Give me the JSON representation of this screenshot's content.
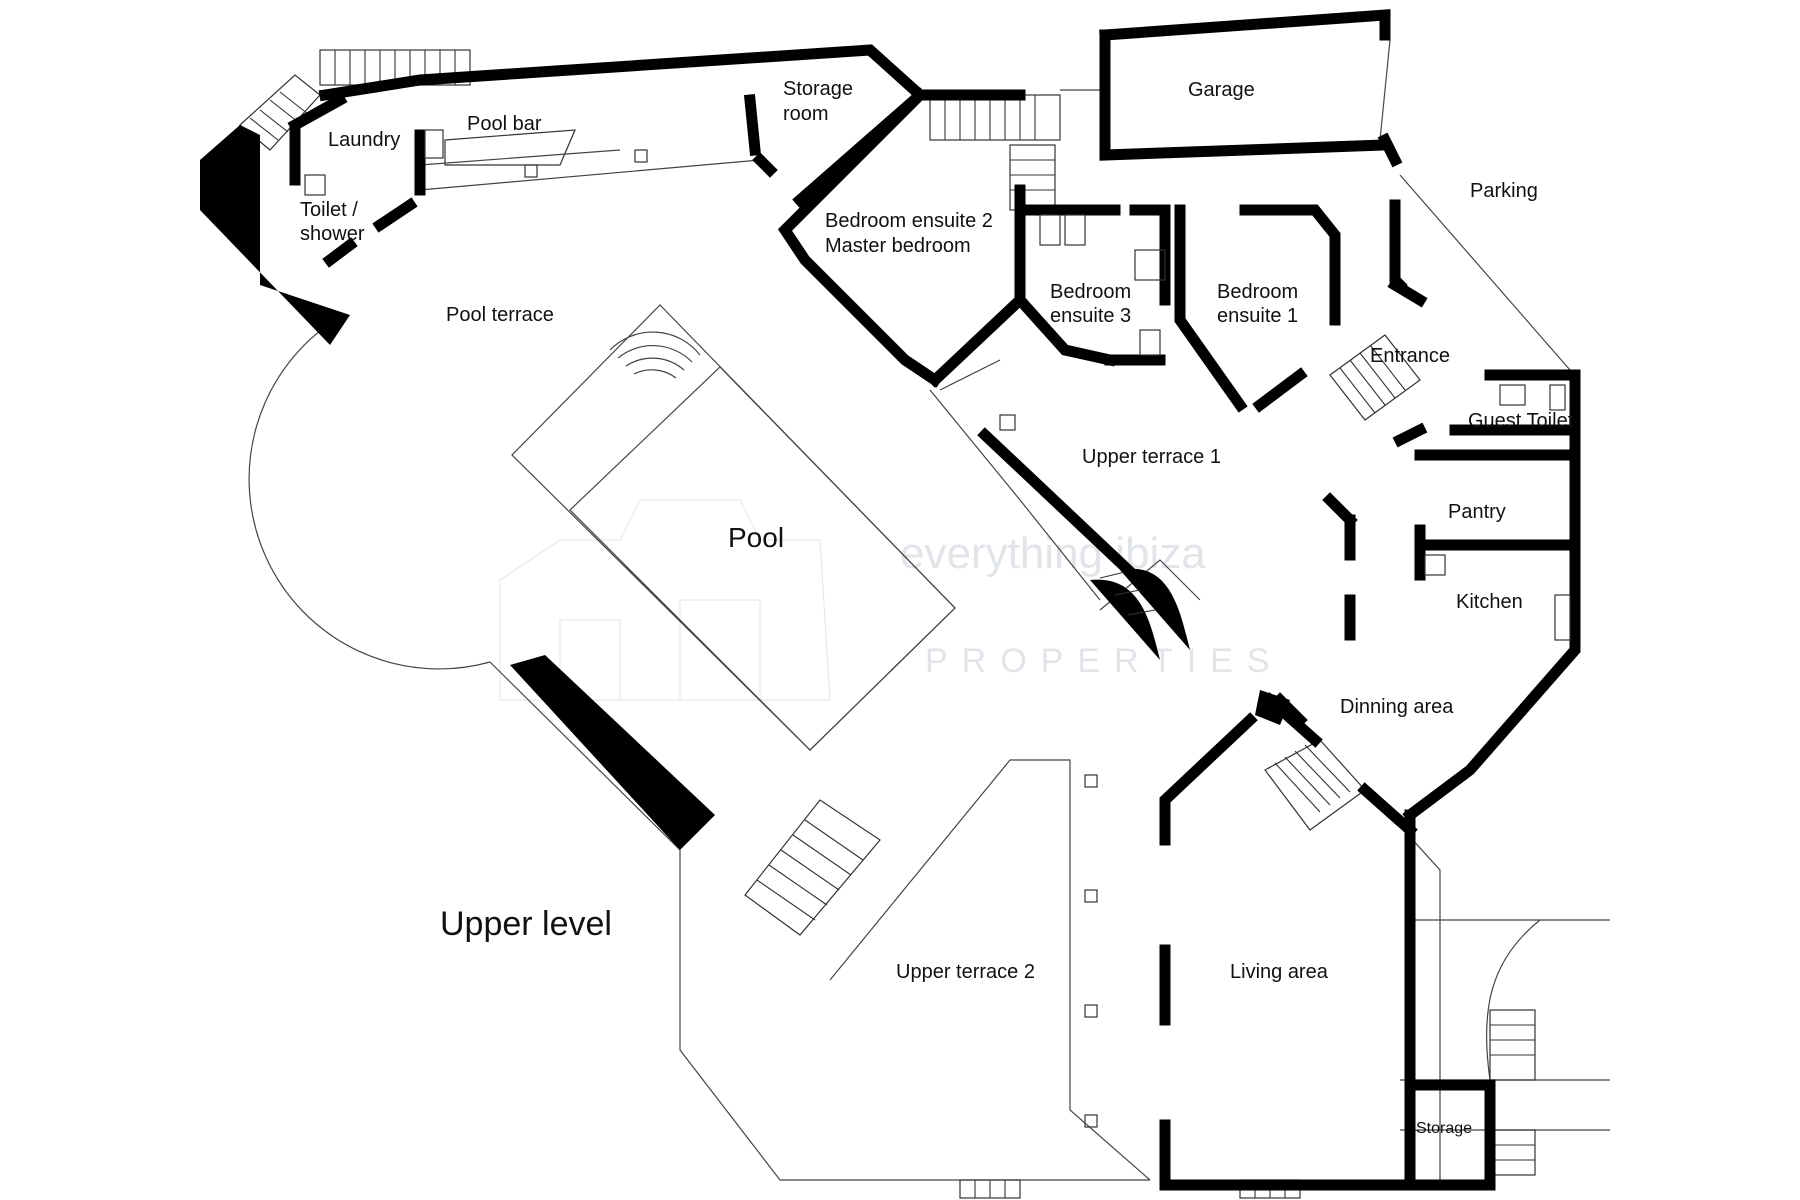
{
  "plan": {
    "level_title": "Upper level",
    "rooms": {
      "laundry": "Laundry",
      "pool_bar": "Pool bar",
      "storage_room_1": "Storage",
      "storage_room_2": "room",
      "garage": "Garage",
      "parking": "Parking",
      "toilet_shower_1": "Toilet /",
      "toilet_shower_2": "shower",
      "bedroom_ensuite_2": "Bedroom ensuite 2",
      "master_bedroom": "Master bedroom",
      "bedroom_ensuite_3_a": "Bedroom",
      "bedroom_ensuite_3_b": "ensuite 3",
      "bedroom_ensuite_1_a": "Bedroom",
      "bedroom_ensuite_1_b": "ensuite 1",
      "entrance": "Entrance",
      "guest_toilet": "Guest Toilet",
      "pool_terrace": "Pool terrace",
      "pool": "Pool",
      "upper_terrace_1": "Upper terrace 1",
      "pantry": "Pantry",
      "kitchen": "Kitchen",
      "dinning_area": "Dinning area",
      "living_area": "Living area",
      "upper_terrace_2": "Upper terrace 2",
      "storage": "Storage"
    },
    "watermark": {
      "line1": "everything ibiza",
      "line2": "PROPERTIES"
    }
  },
  "colors": {
    "wall": "#000000",
    "background": "#ffffff",
    "watermark": "#c9cfd6"
  }
}
